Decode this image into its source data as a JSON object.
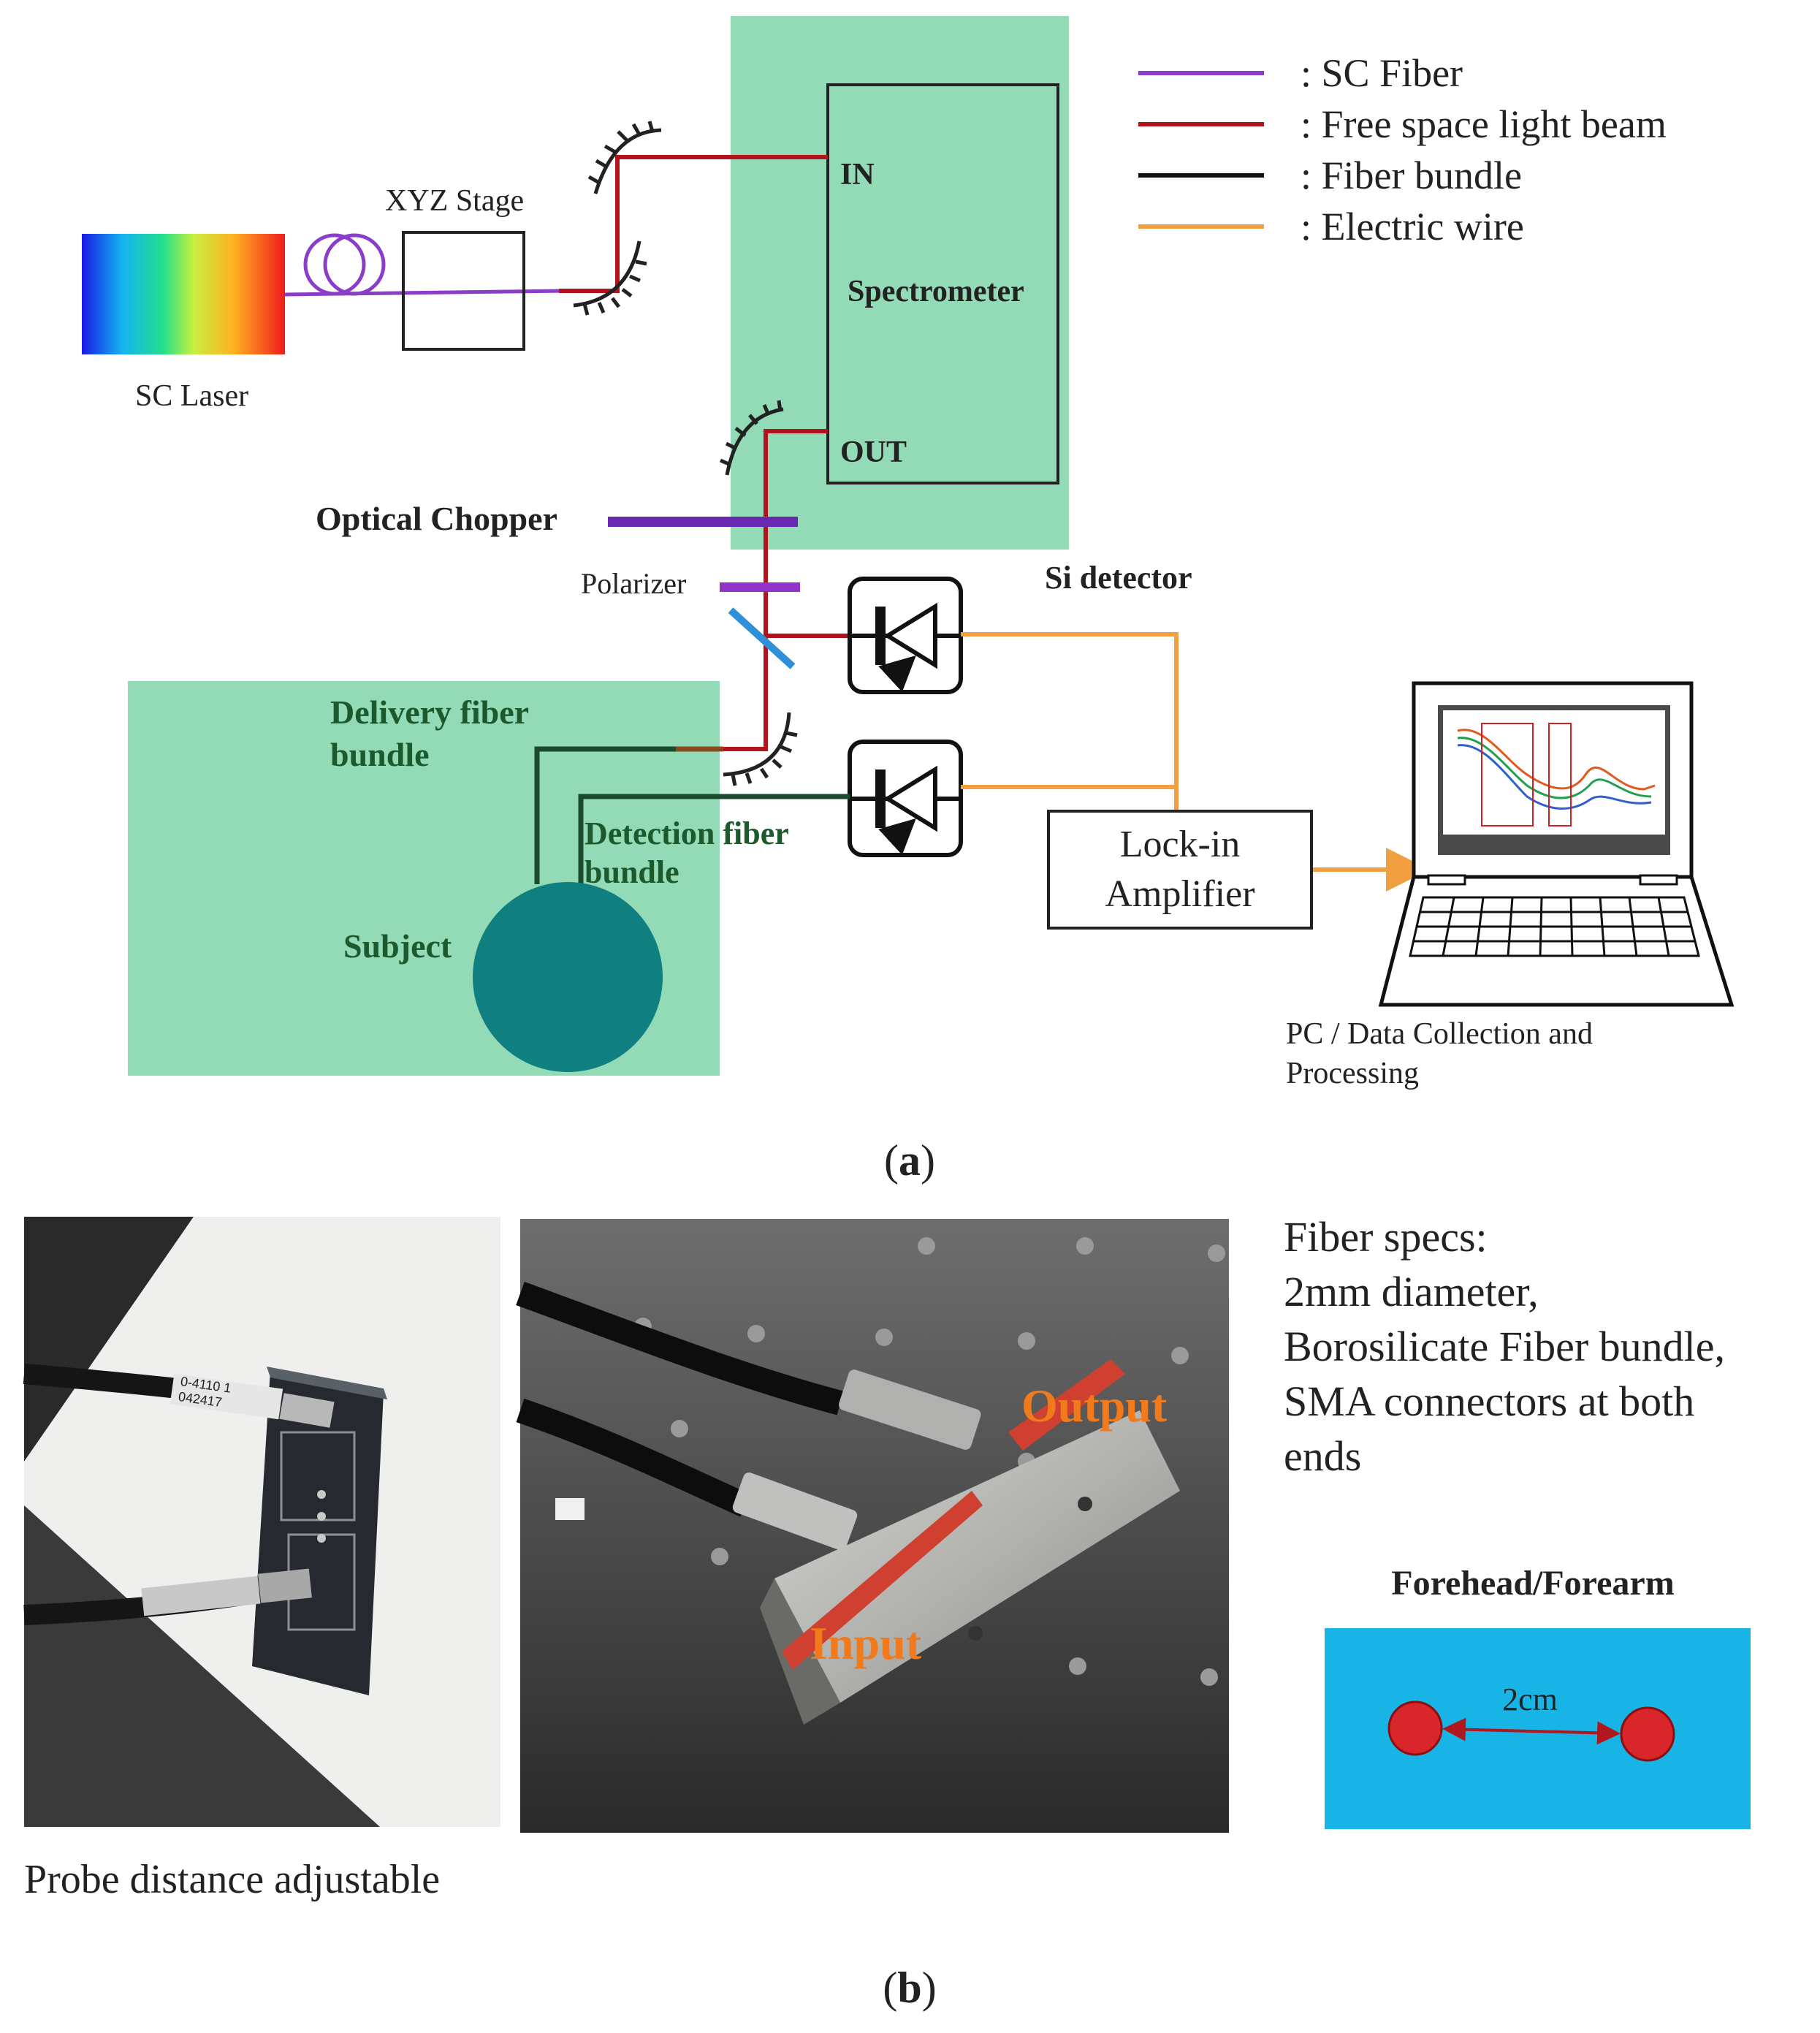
{
  "legend": [
    {
      "label": ": SC Fiber",
      "color": "#8a3ec8"
    },
    {
      "label": ": Free space light beam",
      "color": "#b3141c"
    },
    {
      "label": ": Fiber bundle",
      "color": "#111111"
    },
    {
      "label": ": Electric wire",
      "color": "#f0a040"
    }
  ],
  "panel_a": {
    "sc_laser": "SC Laser",
    "xyz_stage": "XYZ Stage",
    "spectrometer": "Spectrometer",
    "in": "IN",
    "out": "OUT",
    "optical_chopper": "Optical Chopper",
    "polarizer": "Polarizer",
    "si_detector": "Si detector",
    "delivery_fiber_1": "Delivery fiber",
    "delivery_fiber_2": "bundle",
    "detection_fiber_1": "Detection fiber",
    "detection_fiber_2": "bundle",
    "subject": "Subject",
    "lockin_1": "Lock-in",
    "lockin_2": "Amplifier",
    "pc_1": "PC / Data Collection and",
    "pc_2": "Processing",
    "caption_open": "(",
    "caption_letter": "a",
    "caption_close": ")"
  },
  "panel_b": {
    "probe_caption": "Probe distance adjustable",
    "output_label": "Output",
    "input_label": "Input",
    "fiber_specs": [
      "Fiber specs:",
      "2mm diameter,",
      "Borosilicate Fiber bundle,",
      "SMA connectors at both",
      "ends"
    ],
    "forehead_title": "Forehead/Forearm",
    "distance": "2cm",
    "cable_tag_1": "0-4110 1",
    "cable_tag_2": "042417",
    "caption_open": "(",
    "caption_letter": "b",
    "caption_close": ")"
  },
  "colors": {
    "green_box": "#93dbb6",
    "subject": "#0f7f80",
    "fiber_bundle_green": "#1b4a2c",
    "blue_panel": "#19b4e6",
    "red_dot": "#d8262a"
  }
}
